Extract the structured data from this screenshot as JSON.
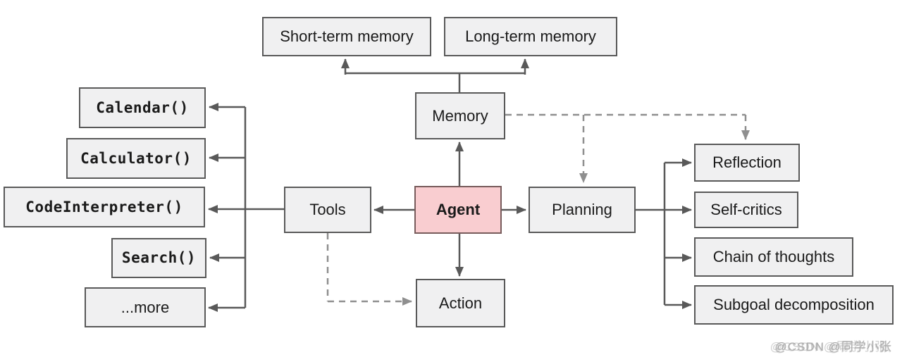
{
  "nodes": {
    "short_term_memory": "Short-term memory",
    "long_term_memory": "Long-term memory",
    "memory": "Memory",
    "agent": "Agent",
    "tools": "Tools",
    "planning": "Planning",
    "action": "Action",
    "calendar": "Calendar()",
    "calculator": "Calculator()",
    "code_interpreter": "CodeInterpreter()",
    "search": "Search()",
    "more": "...more",
    "reflection": "Reflection",
    "self_critics": "Self-critics",
    "chain_of_thoughts": "Chain of thoughts",
    "subgoal_decomposition": "Subgoal decomposition"
  },
  "edges": [
    {
      "from": "memory",
      "to": "short_term_memory",
      "style": "solid-arrow"
    },
    {
      "from": "memory",
      "to": "long_term_memory",
      "style": "solid-arrow"
    },
    {
      "from": "agent",
      "to": "memory",
      "style": "solid-arrow"
    },
    {
      "from": "agent",
      "to": "tools",
      "style": "solid-arrow"
    },
    {
      "from": "agent",
      "to": "planning",
      "style": "solid-arrow"
    },
    {
      "from": "agent",
      "to": "action",
      "style": "solid-arrow"
    },
    {
      "from": "tools",
      "to": "calendar",
      "style": "solid-arrow"
    },
    {
      "from": "tools",
      "to": "calculator",
      "style": "solid-arrow"
    },
    {
      "from": "tools",
      "to": "code_interpreter",
      "style": "solid-arrow"
    },
    {
      "from": "tools",
      "to": "search",
      "style": "solid-arrow"
    },
    {
      "from": "tools",
      "to": "more",
      "style": "solid-arrow"
    },
    {
      "from": "planning",
      "to": "reflection",
      "style": "solid-arrow"
    },
    {
      "from": "planning",
      "to": "self_critics",
      "style": "solid-arrow"
    },
    {
      "from": "planning",
      "to": "chain_of_thoughts",
      "style": "solid-arrow"
    },
    {
      "from": "planning",
      "to": "subgoal_decomposition",
      "style": "solid-arrow"
    },
    {
      "from": "memory",
      "to": "planning",
      "style": "dashed-arrow"
    },
    {
      "from": "memory",
      "to": "reflection",
      "style": "dashed-arrow"
    },
    {
      "from": "tools",
      "to": "action",
      "style": "dashed-arrow"
    }
  ],
  "watermark": {
    "text": "@CSDN @同学小张"
  },
  "colors": {
    "box_fill": "#f0f0f1",
    "box_border": "#595959",
    "agent_fill": "#f9cdd0",
    "agent_border": "#775b5b",
    "arrow_solid": "#595959",
    "arrow_dashed": "#8f8f8f",
    "background": "#ffffff",
    "text": "#1a1a1a",
    "watermark": "#a8a8a8"
  }
}
